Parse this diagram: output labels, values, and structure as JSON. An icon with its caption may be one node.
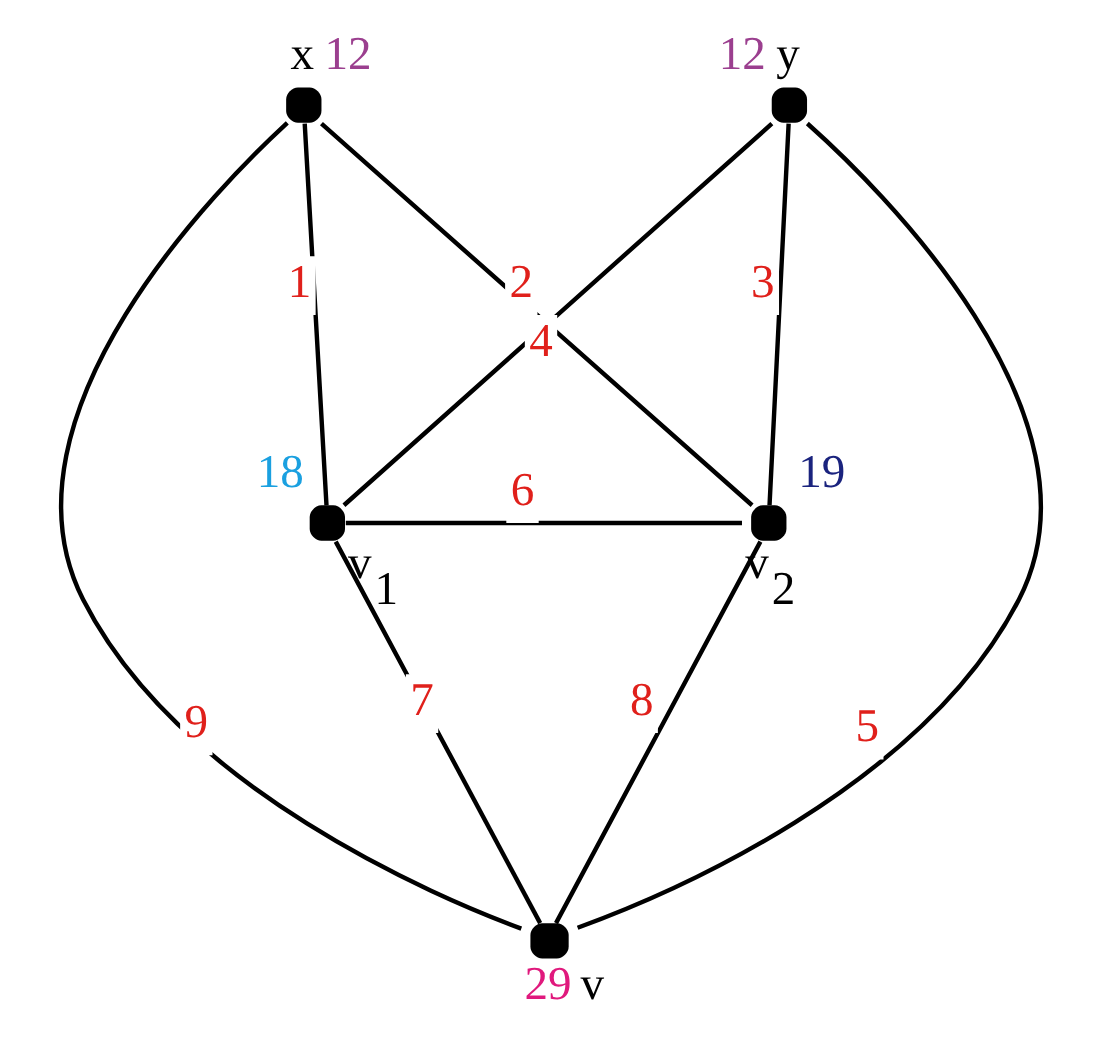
{
  "diagram": {
    "nodes": [
      {
        "text": [
          "x"
        ],
        "beside": [
          "12"
        ]
      },
      {
        "text": [
          "y"
        ],
        "beside": [
          "12"
        ]
      },
      {
        "text": [
          "v$_{1}$"
        ],
        "beside": [
          "18"
        ]
      },
      {
        "text": [
          "v$_{2}$"
        ],
        "beside": [
          "19"
        ]
      },
      {
        "text": [
          "v"
        ],
        "beside": [
          "29"
        ]
      }
    ],
    "edges": [
      {
        "from": 0,
        "to": 2,
        "arrow": "none",
        "label": "1"
      },
      {
        "from": 0,
        "to": 3,
        "arrow": "none",
        "label": "2"
      },
      {
        "from": 1,
        "to": 3,
        "arrow": "none",
        "label": "3"
      },
      {
        "from": 1,
        "to": 2,
        "arrow": "none",
        "label": "4"
      },
      {
        "from": 1,
        "to": 4,
        "arrow": "none",
        "label": "5"
      },
      {
        "from": 2,
        "to": 3,
        "arrow": "none",
        "label": "6"
      },
      {
        "from": 2,
        "to": 4,
        "arrow": "none",
        "label": "7"
      },
      {
        "from": 3,
        "to": 4,
        "arrow": "none",
        "label": "8"
      },
      {
        "from": 0,
        "to": 4,
        "arrow": "none",
        "label": "9"
      }
    ]
  }
}
